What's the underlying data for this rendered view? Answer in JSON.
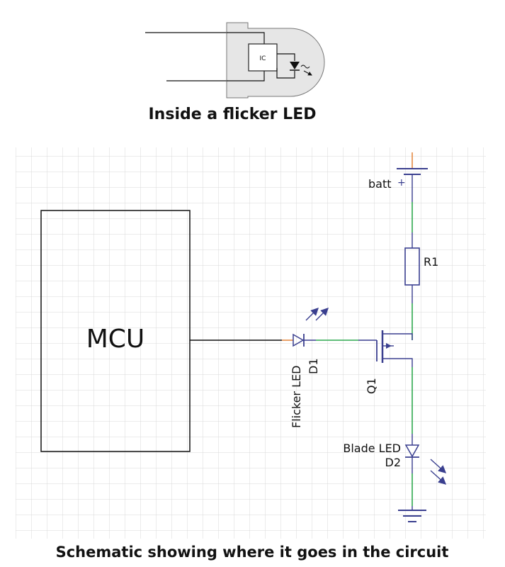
{
  "top_caption": "Inside a flicker LED",
  "bottom_caption": "Schematic showing where it goes in the circuit",
  "led_package": {
    "ic_label": "IC"
  },
  "schematic": {
    "mcu_label": "MCU",
    "battery_label": "batt",
    "battery_plus": "+",
    "resistor_label": "R1",
    "flicker_led_label": "Flicker LED",
    "flicker_led_ref": "D1",
    "transistor_label": "Q1",
    "blade_led_label": "Blade LED",
    "blade_led_ref": "D2",
    "colors": {
      "grid": "#d8d8d8",
      "component": "#3a3f8f",
      "net": "#2fa84f",
      "wire": "#111111",
      "pin": "#e07b2a"
    }
  }
}
